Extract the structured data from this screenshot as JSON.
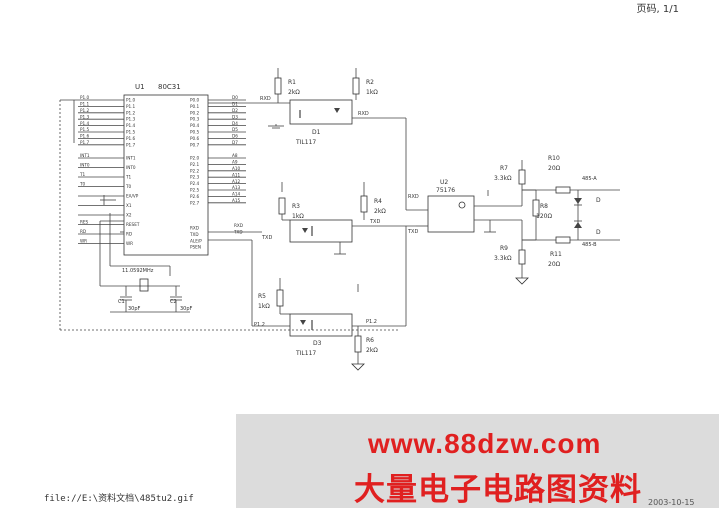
{
  "header": {
    "page_number": "页码, 1/1"
  },
  "footer": {
    "file_path": "file://E:\\资料文档\\485tu2.gif"
  },
  "watermark": {
    "url": "www.88dzw.com",
    "chinese": "大量电子电路图资料",
    "date": "2003-10-15"
  },
  "schematic": {
    "mcu": {
      "ref": "U1",
      "model": "80C31",
      "left_pins": [
        "P1.0",
        "P1.1",
        "P1.2",
        "P1.3",
        "P1.4",
        "P1.5",
        "P1.6",
        "P1.7"
      ],
      "right_pins": [
        "P0.0",
        "P0.1",
        "P0.2",
        "P0.3",
        "P0.4",
        "P0.5",
        "P0.6",
        "P0.7"
      ],
      "right_nets": [
        "D0",
        "D1",
        "D2",
        "D3",
        "D4",
        "D5",
        "D6",
        "D7"
      ],
      "addr_pins": [
        "P2.0",
        "P2.1",
        "P2.2",
        "P2.3",
        "P2.4",
        "P2.5",
        "P2.6",
        "P2.7"
      ],
      "addr_nets": [
        "A8",
        "A9",
        "A10",
        "A11",
        "A12",
        "A13",
        "A14",
        "A15"
      ],
      "misc_left": [
        "INT1",
        "INT0",
        "T1",
        "T0",
        "EA/VP",
        "X1",
        "X2",
        "RESET",
        "RD",
        "WR"
      ],
      "misc_left_nets": [
        "INT1",
        "INT0",
        "T1",
        "T0",
        "",
        "",
        "",
        "RES",
        "RD",
        "WR"
      ],
      "bottom_right": [
        "RXD",
        "TXD",
        "ALE/P",
        "PSEN"
      ],
      "bottom_nets": [
        "RXD",
        "TXD",
        "",
        ""
      ],
      "crystal": "11.0592MHz"
    },
    "resistors": [
      {
        "ref": "R1",
        "value": "2kΩ"
      },
      {
        "ref": "R2",
        "value": "1kΩ"
      },
      {
        "ref": "R3",
        "value": "1kΩ"
      },
      {
        "ref": "R4",
        "value": "2kΩ"
      },
      {
        "ref": "R5",
        "value": "1kΩ"
      },
      {
        "ref": "R6",
        "value": "2kΩ"
      },
      {
        "ref": "R7",
        "value": "3.3kΩ"
      },
      {
        "ref": "R8",
        "value": "120Ω"
      },
      {
        "ref": "R9",
        "value": "3.3kΩ"
      },
      {
        "ref": "R10",
        "value": "20Ω"
      },
      {
        "ref": "R11",
        "value": "20Ω"
      }
    ],
    "capacitors": [
      {
        "ref": "C1",
        "value": "30pF"
      },
      {
        "ref": "C2",
        "value": "30pF"
      }
    ],
    "optocouplers": [
      {
        "ref": "D1",
        "model": "TIL117"
      },
      {
        "ref": "D3",
        "model": "TIL117"
      }
    ],
    "transceiver": {
      "ref": "U2",
      "model": "75176"
    },
    "nets": {
      "rxd": "RXD",
      "txd": "TXD",
      "p12": "P1.2",
      "bus_a": "485-A",
      "bus_b": "485-B",
      "diode": "D"
    }
  }
}
